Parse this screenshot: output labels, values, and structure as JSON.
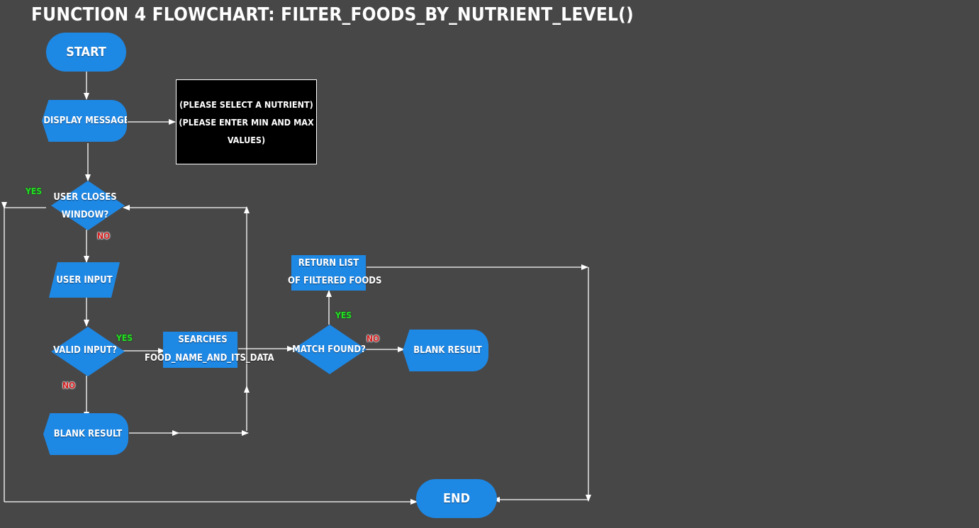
{
  "title": "FUNCTION 4 FLOWCHART: FILTER_FOODS_BY_NUTRIENT_LEVEL()",
  "nodes": {
    "start": "START",
    "display_message": "DISPLAY MESSAGE",
    "message_lines": [
      "(PLEASE SELECT A NUTRIENT)",
      "(PLEASE ENTER MIN AND MAX",
      "VALUES)"
    ],
    "user_closes": [
      "USER CLOSES",
      "WINDOW?"
    ],
    "user_input": "USER INPUT",
    "valid_input": "VALID INPUT?",
    "searches": [
      "SEARCHES",
      "FOOD_NAME_AND_ITS_DATA"
    ],
    "match_found": "MATCH FOUND?",
    "return_list": [
      "RETURN LIST",
      "OF FILTERED FOODS"
    ],
    "blank_result_left": "BLANK RESULT",
    "blank_result_right": "BLANK RESULT",
    "end": "END"
  },
  "labels": {
    "yes_close": "YES",
    "no_close": "NO",
    "yes_valid": "YES",
    "no_valid": "NO",
    "yes_match": "YES",
    "no_match": "NO"
  },
  "colors": {
    "background": "#474747",
    "node": "#1e88e5",
    "message_box": "#000000",
    "line": "#ffffff",
    "yes": "#22e022",
    "no": "#d32020"
  }
}
